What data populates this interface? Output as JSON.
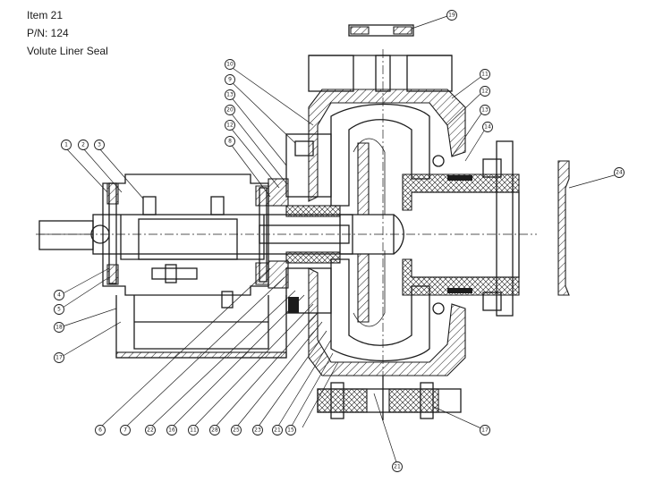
{
  "caption": {
    "item": "Item 21",
    "part_number": "P/N: 124",
    "part_name": "Volute Liner Seal"
  },
  "callouts": [
    {
      "id": "c-top",
      "label": "19"
    },
    {
      "id": "c-l1",
      "label": "1"
    },
    {
      "id": "c-l2",
      "label": "2"
    },
    {
      "id": "c-l3",
      "label": "3"
    },
    {
      "id": "c-l4",
      "label": "4"
    },
    {
      "id": "c-l5",
      "label": "5"
    },
    {
      "id": "c-l6",
      "label": "18"
    },
    {
      "id": "c-l7",
      "label": "17"
    },
    {
      "id": "c-u1",
      "label": "10"
    },
    {
      "id": "c-u2",
      "label": "9"
    },
    {
      "id": "c-u3",
      "label": "13"
    },
    {
      "id": "c-u4",
      "label": "20"
    },
    {
      "id": "c-u5",
      "label": "12"
    },
    {
      "id": "c-u6",
      "label": "8"
    },
    {
      "id": "c-r1",
      "label": "11"
    },
    {
      "id": "c-r2",
      "label": "12"
    },
    {
      "id": "c-r3",
      "label": "13"
    },
    {
      "id": "c-r4",
      "label": "14"
    },
    {
      "id": "c-r5",
      "label": "24"
    },
    {
      "id": "c-r6",
      "label": "17"
    },
    {
      "id": "c-b1",
      "label": "6"
    },
    {
      "id": "c-b2",
      "label": "7"
    },
    {
      "id": "c-b3",
      "label": "22"
    },
    {
      "id": "c-b4",
      "label": "16"
    },
    {
      "id": "c-b5",
      "label": "11"
    },
    {
      "id": "c-b6",
      "label": "28"
    },
    {
      "id": "c-b7",
      "label": "25"
    },
    {
      "id": "c-b8",
      "label": "23"
    },
    {
      "id": "c-b9",
      "label": "21"
    },
    {
      "id": "c-b10",
      "label": "15"
    },
    {
      "id": "c-b11",
      "label": "21"
    }
  ]
}
